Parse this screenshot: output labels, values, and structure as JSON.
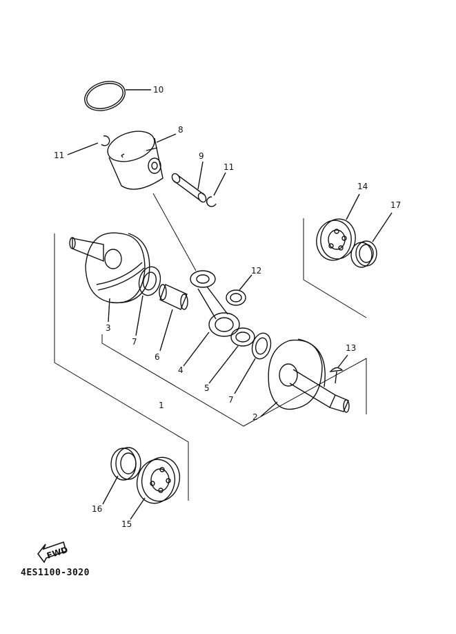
{
  "diagram": {
    "part_code": "4ES1100-3020",
    "fwd_label": "FWD",
    "callouts": [
      {
        "id": "c10",
        "label": "10"
      },
      {
        "id": "c8",
        "label": "8"
      },
      {
        "id": "c11a",
        "label": "11"
      },
      {
        "id": "c9",
        "label": "9"
      },
      {
        "id": "c11b",
        "label": "11"
      },
      {
        "id": "c14",
        "label": "14"
      },
      {
        "id": "c17",
        "label": "17"
      },
      {
        "id": "c12",
        "label": "12"
      },
      {
        "id": "c3",
        "label": "3"
      },
      {
        "id": "c7a",
        "label": "7"
      },
      {
        "id": "c6",
        "label": "6"
      },
      {
        "id": "c4",
        "label": "4"
      },
      {
        "id": "c5",
        "label": "5"
      },
      {
        "id": "c1",
        "label": "1"
      },
      {
        "id": "c7b",
        "label": "7"
      },
      {
        "id": "c2",
        "label": "2"
      },
      {
        "id": "c13",
        "label": "13"
      },
      {
        "id": "c16",
        "label": "16"
      },
      {
        "id": "c15",
        "label": "15"
      }
    ]
  }
}
